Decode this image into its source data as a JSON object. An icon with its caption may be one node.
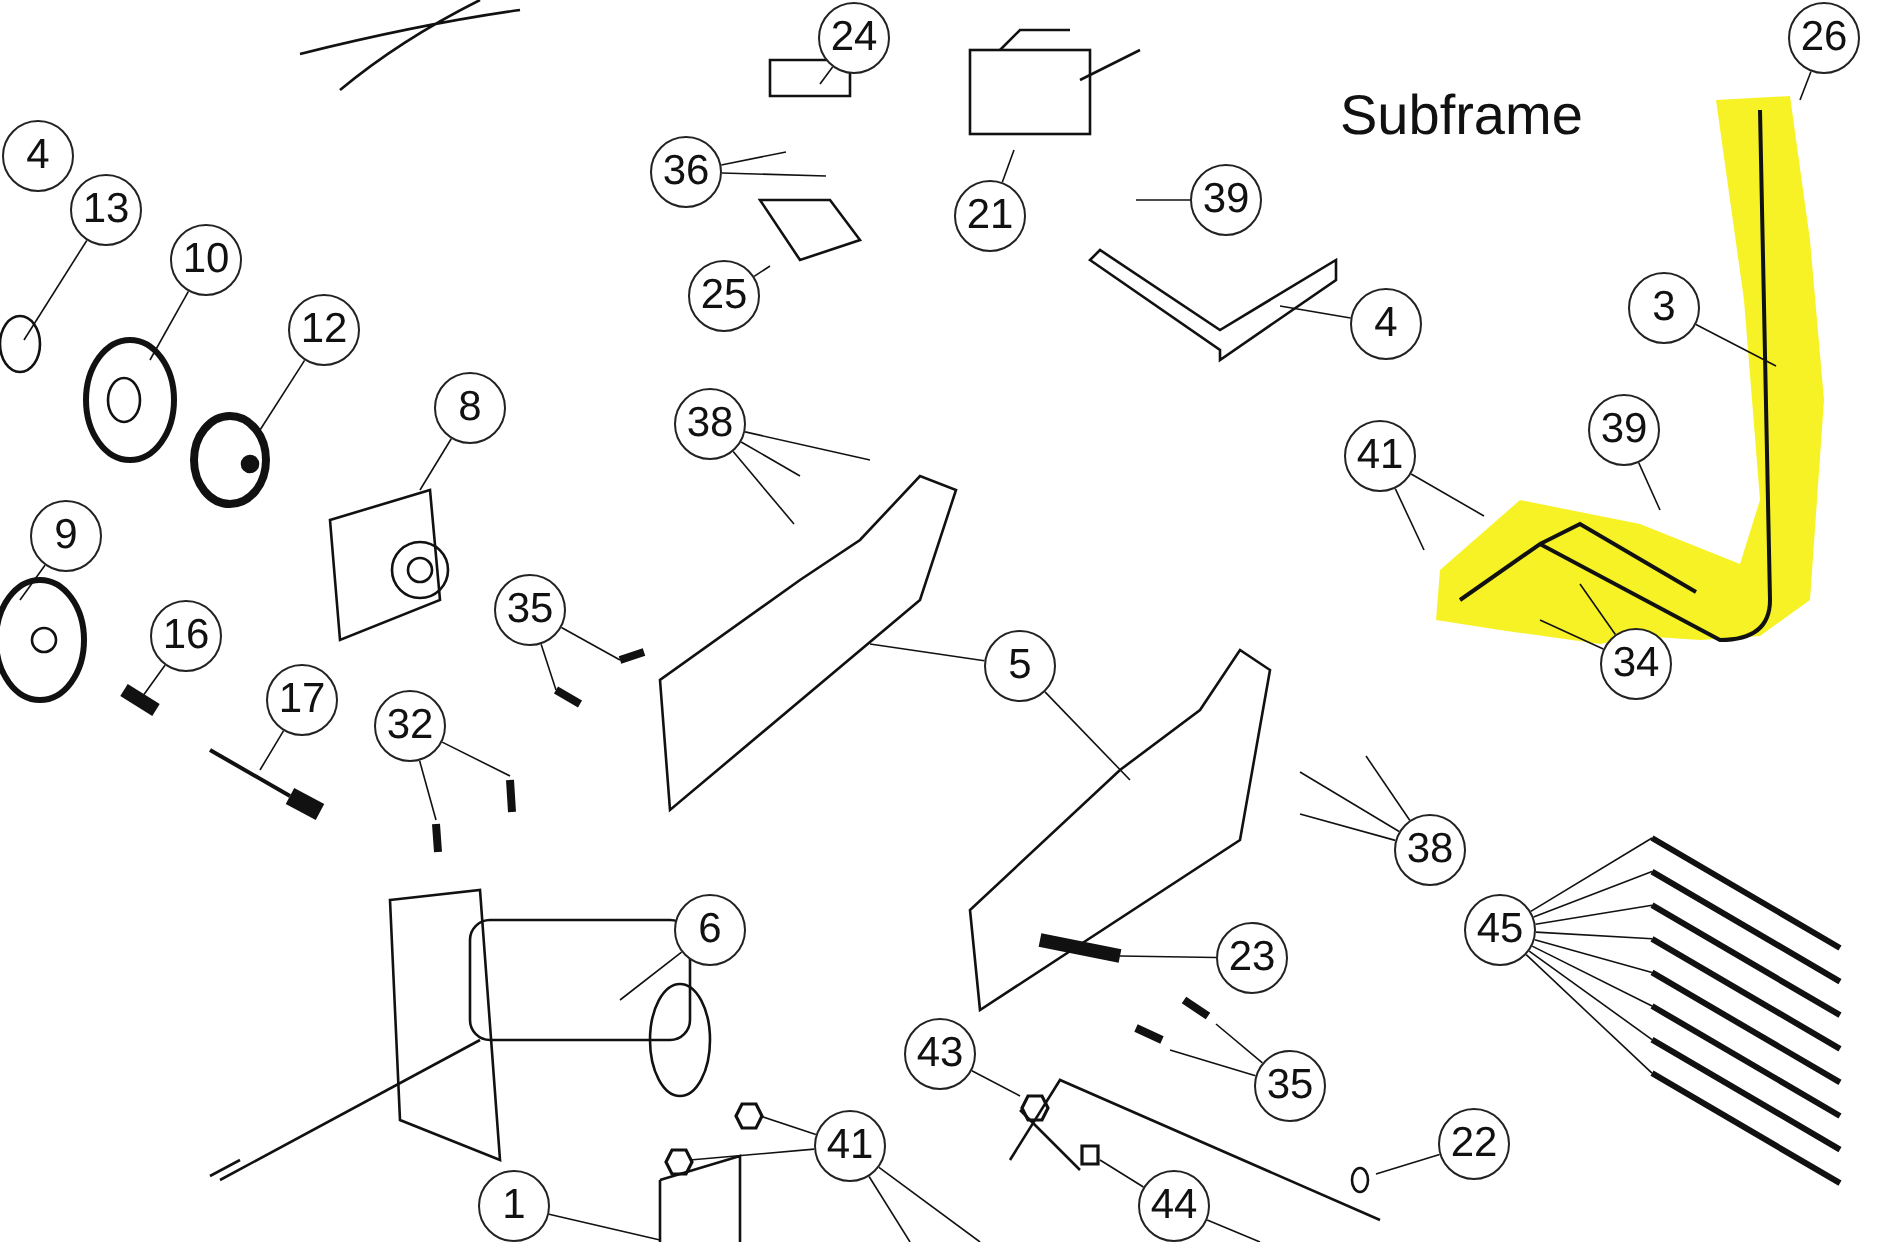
{
  "diagram": {
    "nodes": [
      {
        "text": [
          "24"
        ]
      },
      {
        "text": [
          "26"
        ]
      },
      {
        "text": [
          "4"
        ]
      },
      {
        "text": [
          "36"
        ]
      },
      {
        "text": [
          "39"
        ]
      },
      {
        "text": [
          "13"
        ]
      },
      {
        "text": [
          "21"
        ]
      },
      {
        "text": [
          "10"
        ]
      },
      {
        "text": [
          "25"
        ]
      },
      {
        "text": [
          "3"
        ]
      },
      {
        "text": [
          "4"
        ]
      },
      {
        "text": [
          "12"
        ]
      },
      {
        "text": [
          "8"
        ]
      },
      {
        "text": [
          "38"
        ]
      },
      {
        "text": [
          "39"
        ]
      },
      {
        "text": [
          "41"
        ]
      },
      {
        "text": [
          "9"
        ]
      },
      {
        "text": [
          "35"
        ]
      },
      {
        "text": [
          "16"
        ]
      },
      {
        "text": [
          "34"
        ]
      },
      {
        "text": [
          "5"
        ]
      },
      {
        "text": [
          "17"
        ]
      },
      {
        "text": [
          "32"
        ]
      },
      {
        "text": [
          "38"
        ]
      },
      {
        "text": [
          "6"
        ]
      },
      {
        "text": [
          "45"
        ]
      },
      {
        "text": [
          "23"
        ]
      },
      {
        "text": [
          "43"
        ]
      },
      {
        "text": [
          "35"
        ]
      },
      {
        "text": [
          "22"
        ]
      },
      {
        "text": [
          "41"
        ]
      },
      {
        "text": [
          "44"
        ]
      },
      {
        "text": [
          "1"
        ]
      }
    ],
    "edges": [
      {
        "from": 0,
        "to": null,
        "arrow": "none"
      },
      {
        "from": 1,
        "to": null,
        "arrow": "none"
      },
      {
        "from": 3,
        "to": null,
        "arrow": "none"
      },
      {
        "from": 3,
        "to": null,
        "arrow": "none"
      },
      {
        "from": 4,
        "to": null,
        "arrow": "none"
      },
      {
        "from": 5,
        "to": null,
        "arrow": "none"
      },
      {
        "from": 6,
        "to": null,
        "arrow": "none"
      },
      {
        "from": 7,
        "to": null,
        "arrow": "none"
      },
      {
        "from": 8,
        "to": null,
        "arrow": "none"
      },
      {
        "from": 9,
        "to": null,
        "arrow": "none"
      },
      {
        "from": 10,
        "to": null,
        "arrow": "none"
      },
      {
        "from": 11,
        "to": null,
        "arrow": "none"
      },
      {
        "from": 12,
        "to": null,
        "arrow": "none"
      },
      {
        "from": 13,
        "to": null,
        "arrow": "none"
      },
      {
        "from": 13,
        "to": null,
        "arrow": "none"
      },
      {
        "from": 13,
        "to": null,
        "arrow": "none"
      },
      {
        "from": 14,
        "to": null,
        "arrow": "none"
      },
      {
        "from": 15,
        "to": null,
        "arrow": "none"
      },
      {
        "from": 15,
        "to": null,
        "arrow": "none"
      },
      {
        "from": 16,
        "to": null,
        "arrow": "none"
      },
      {
        "from": 17,
        "to": null,
        "arrow": "none"
      },
      {
        "from": 17,
        "to": null,
        "arrow": "none"
      },
      {
        "from": 18,
        "to": null,
        "arrow": "none"
      },
      {
        "from": 19,
        "to": null,
        "arrow": "none"
      },
      {
        "from": 19,
        "to": null,
        "arrow": "none"
      },
      {
        "from": 20,
        "to": null,
        "arrow": "none"
      },
      {
        "from": 20,
        "to": null,
        "arrow": "none"
      },
      {
        "from": 21,
        "to": null,
        "arrow": "none"
      },
      {
        "from": 22,
        "to": null,
        "arrow": "none"
      },
      {
        "from": 22,
        "to": null,
        "arrow": "none"
      },
      {
        "from": 23,
        "to": null,
        "arrow": "none"
      },
      {
        "from": 23,
        "to": null,
        "arrow": "none"
      },
      {
        "from": 23,
        "to": null,
        "arrow": "none"
      },
      {
        "from": 24,
        "to": null,
        "arrow": "none"
      },
      {
        "from": 25,
        "to": null,
        "arrow": "none"
      },
      {
        "from": 25,
        "to": null,
        "arrow": "none"
      },
      {
        "from": 25,
        "to": null,
        "arrow": "none"
      },
      {
        "from": 25,
        "to": null,
        "arrow": "none"
      },
      {
        "from": 25,
        "to": null,
        "arrow": "none"
      },
      {
        "from": 25,
        "to": null,
        "arrow": "none"
      },
      {
        "from": 25,
        "to": null,
        "arrow": "none"
      },
      {
        "from": 25,
        "to": null,
        "arrow": "none"
      },
      {
        "from": 26,
        "to": null,
        "arrow": "none"
      },
      {
        "from": 27,
        "to": null,
        "arrow": "none"
      },
      {
        "from": 28,
        "to": null,
        "arrow": "none"
      },
      {
        "from": 28,
        "to": null,
        "arrow": "none"
      },
      {
        "from": 29,
        "to": null,
        "arrow": "none"
      },
      {
        "from": 30,
        "to": null,
        "arrow": "none"
      },
      {
        "from": 30,
        "to": null,
        "arrow": "none"
      },
      {
        "from": 30,
        "to": null,
        "arrow": "none"
      },
      {
        "from": 30,
        "to": null,
        "arrow": "none"
      },
      {
        "from": 31,
        "to": null,
        "arrow": "none"
      },
      {
        "from": 31,
        "to": null,
        "arrow": "none"
      },
      {
        "from": 32,
        "to": null,
        "arrow": "none"
      }
    ],
    "labels": [
      "Subframe"
    ]
  }
}
